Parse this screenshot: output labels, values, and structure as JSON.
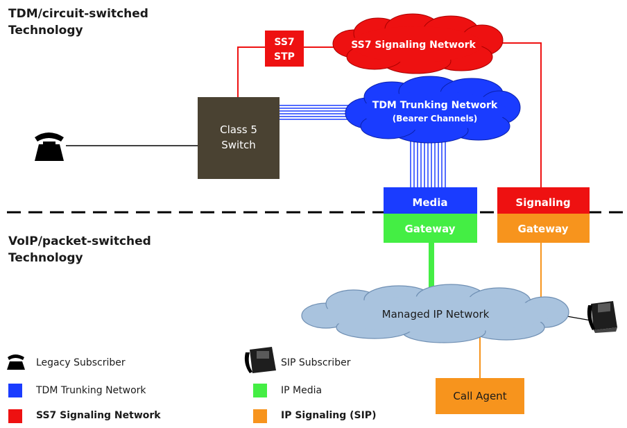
{
  "headings": {
    "tdm_line1": "TDM/circuit-switched",
    "tdm_line2": "Technology",
    "voip_line1": "VoIP/packet-switched",
    "voip_line2": "Technology"
  },
  "nodes": {
    "ss7_stp_line1": "SS7",
    "ss7_stp_line2": "STP",
    "ss7_network": "SS7 Signaling Network",
    "tdm_network_line1": "TDM Trunking Network",
    "tdm_network_line2": "(Bearer Channels)",
    "class5_line1": "Class 5",
    "class5_line2": "Switch",
    "media_gw_top": "Media",
    "media_gw_bottom": "Gateway",
    "sig_gw_top": "Signaling",
    "sig_gw_bottom": "Gateway",
    "ip_network": "Managed IP Network",
    "call_agent": "Call Agent"
  },
  "legend": [
    {
      "label": "Legacy Subscriber",
      "icon": "legacy-phone-icon"
    },
    {
      "label": "TDM Trunking Network",
      "color": "#1a3cff"
    },
    {
      "label": "SS7 Signaling Network",
      "color": "#ee1111"
    },
    {
      "label": "SIP Subscriber",
      "icon": "sip-phone-icon"
    },
    {
      "label": "IP Media",
      "color": "#44ee44"
    },
    {
      "label": "IP Signaling (SIP)",
      "color": "#f7941d"
    }
  ],
  "colors": {
    "tdm_blue": "#1a3cff",
    "ss7_red": "#ee1111",
    "ip_media_green": "#44ee44",
    "ip_signaling_orange": "#f7941d",
    "class5_brown": "#4a4232",
    "ip_cloud": "#a9c3de"
  }
}
